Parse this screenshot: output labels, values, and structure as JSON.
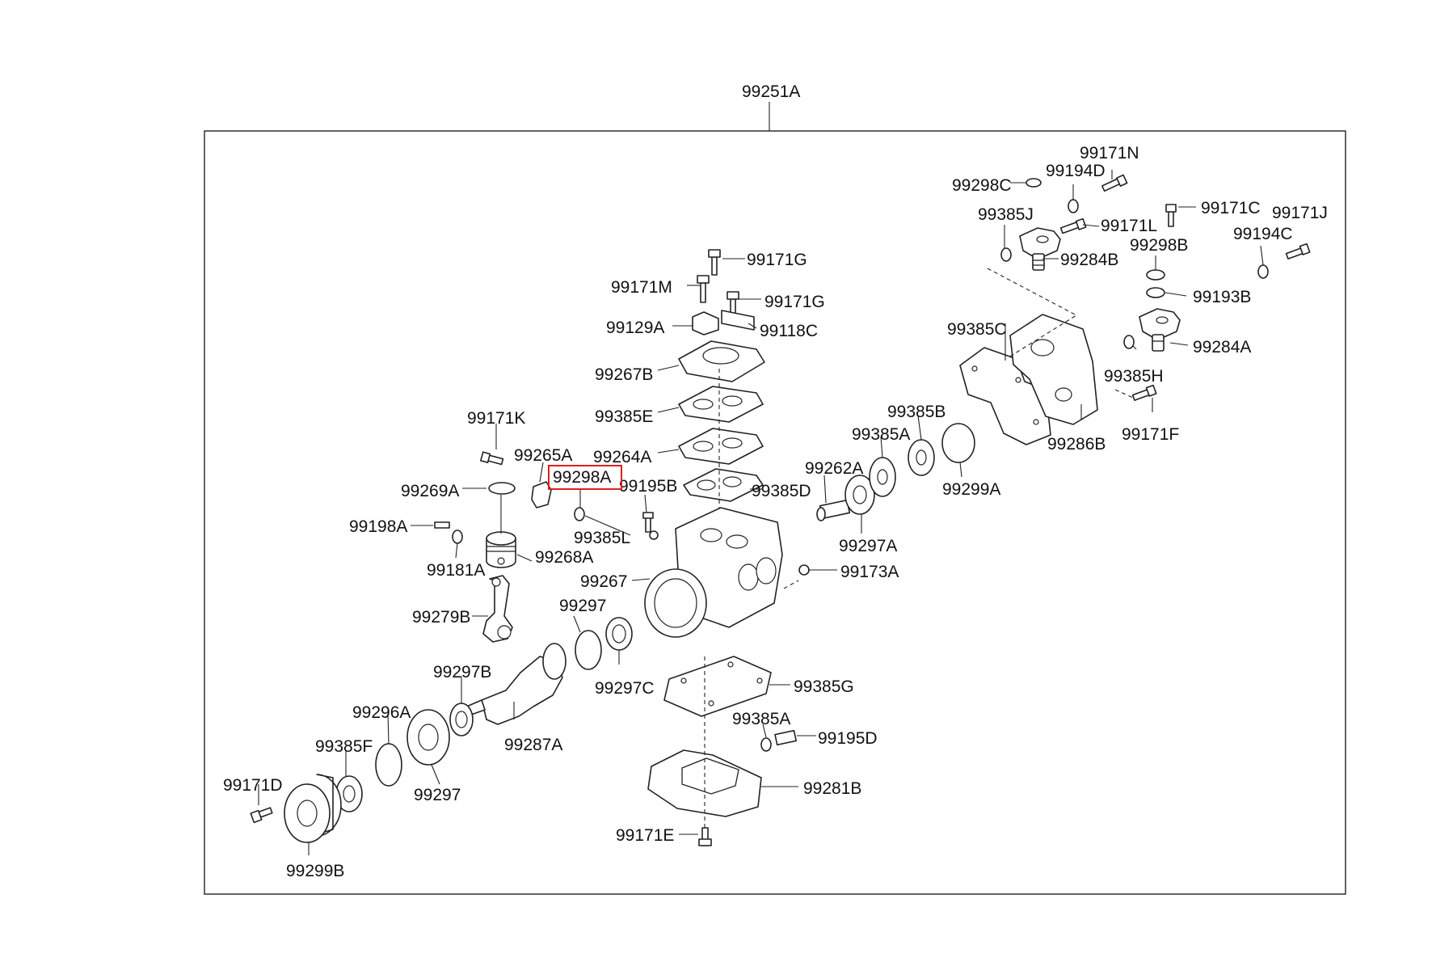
{
  "assembly_label": "99251A",
  "highlight_color": "#e02020",
  "highlighted_part": "99298A",
  "labels": {
    "p99171N": "99171N",
    "p99194D": "99194D",
    "p99298C": "99298C",
    "p99385J": "99385J",
    "p99171C": "99171C",
    "p99171J": "99171J",
    "p99171L": "99171L",
    "p99298B": "99298B",
    "p99194C": "99194C",
    "p99284B": "99284B",
    "p99193B": "99193B",
    "p99284A": "99284A",
    "p99385H": "99385H",
    "p99385C": "99385C",
    "p99286B": "99286B",
    "p99171F": "99171F",
    "p99171G_top": "99171G",
    "p99171M": "99171M",
    "p99171G_mid": "99171G",
    "p99129A": "99129A",
    "p99118C": "99118C",
    "p99267B": "99267B",
    "p99385E": "99385E",
    "p99264A": "99264A",
    "p99385D": "99385D",
    "p99171K": "99171K",
    "p99265A": "99265A",
    "p99298A": "99298A",
    "p99195B": "99195B",
    "p99269A": "99269A",
    "p99385L": "99385L",
    "p99198A": "99198A",
    "p99268A": "99268A",
    "p99181A": "99181A",
    "p99267": "99267",
    "p99173A": "99173A",
    "p99279B": "99279B",
    "p99297_top": "99297",
    "p99297C": "99297C",
    "p99297B": "99297B",
    "p99296A": "99296A",
    "p99287A": "99287A",
    "p99385F": "99385F",
    "p99297_bot": "99297",
    "p99171D": "99171D",
    "p99299B": "99299B",
    "p99385G": "99385G",
    "p99385A_bot": "99385A",
    "p99195D": "99195D",
    "p99281B": "99281B",
    "p99171E": "99171E",
    "p99385B": "99385B",
    "p99385A_top": "99385A",
    "p99262A": "99262A",
    "p99297A": "99297A",
    "p99299A": "99299A"
  }
}
